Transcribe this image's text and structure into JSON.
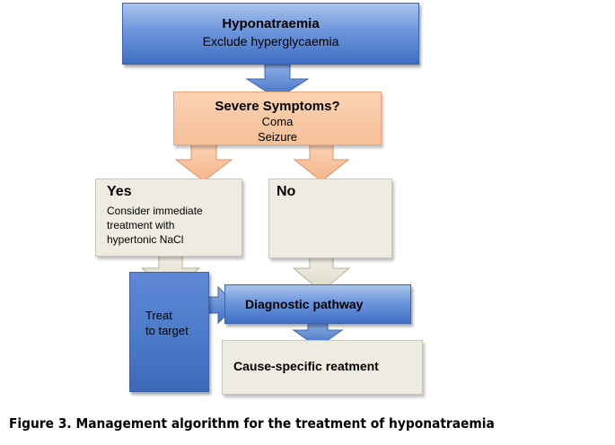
{
  "start": {
    "title": "Hyponatraemia",
    "subtitle": "Exclude hyperglycaemia"
  },
  "severity": {
    "question": "Severe Symptoms?",
    "items": [
      "Coma",
      "Seizure"
    ]
  },
  "yes_branch": {
    "label": "Yes",
    "lines": [
      "Consider immediate",
      "treatment with",
      "hypertonic NaCl"
    ]
  },
  "no_branch": {
    "label": "No"
  },
  "treat": {
    "lines": [
      "Treat",
      "to target"
    ]
  },
  "diagnostic": {
    "label": "Diagnostic pathway"
  },
  "cause": {
    "label": "Cause-specific reatment"
  },
  "caption": "Figure 3.  Management algorithm for the treatment of hyponatraemia",
  "colors": {
    "blue": "#4f81d0",
    "peach": "#f8c6a2",
    "cream": "#eeece1"
  }
}
